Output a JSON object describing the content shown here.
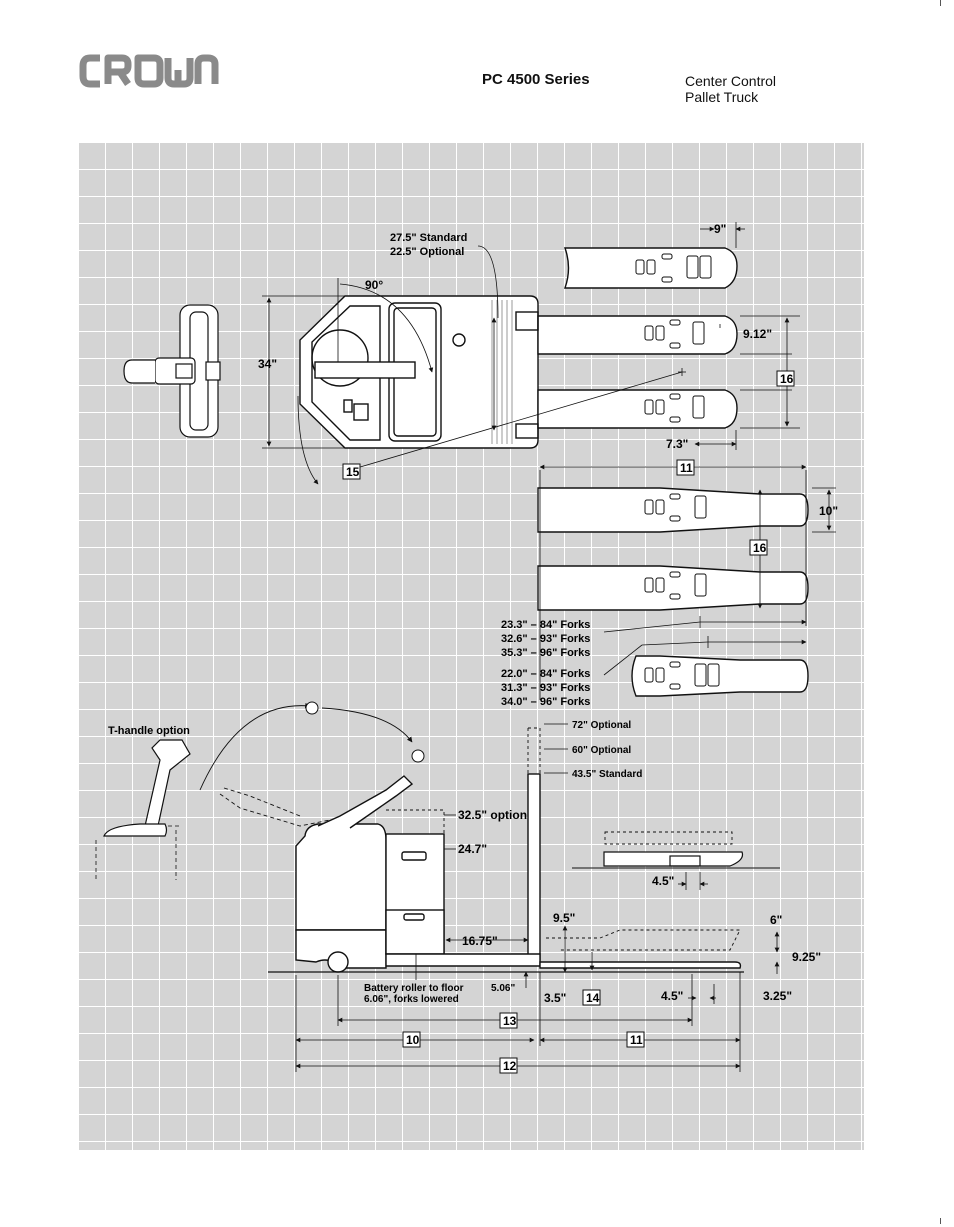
{
  "header": {
    "series": "PC 4500 Series",
    "subtitle_line1": "Center Control",
    "subtitle_line2": "Pallet Truck"
  },
  "top_view": {
    "steer_angle": "90°",
    "width": "34\"",
    "overhead_std": "27.5\" Standard",
    "overhead_opt": "22.5\" Optional",
    "callout_15": "15",
    "fork_tip": "9\"",
    "fork_width": "9.12\"",
    "fork_gap": "7.3\"",
    "callout_16": "16",
    "callout_11": "11"
  },
  "fork_view": {
    "fork_width": "10\"",
    "callout_16": "16",
    "group1_line1": "23.3\" – 84\" Forks",
    "group1_line2": "32.6\" – 93\" Forks",
    "group1_line3": "35.3\" – 96\" Forks",
    "group2_line1": "22.0\" – 84\" Forks",
    "group2_line2": "31.3\" – 93\" Forks",
    "group2_line3": "34.0\" – 96\" Forks"
  },
  "side_view": {
    "t_handle": "T-handle option",
    "bk_72": "72\" Optional",
    "bk_60": "60\" Optional",
    "bk_43": "43.5\" Standard",
    "h_325": "32.5\" option",
    "h_247": "24.7\"",
    "d_1675": "16.75\"",
    "d_95": "9.5\"",
    "d_6": "6\"",
    "d_925": "9.25\"",
    "d_45_top": "4.5\"",
    "d_45_bot": "4.5\"",
    "d_35": "3.5\"",
    "d_325": "3.25\"",
    "d_506": "5.06\"",
    "battery_note1": "Battery roller to floor",
    "battery_note2": "6.06\", forks lowered",
    "c14": "14",
    "c13": "13",
    "c10": "10",
    "c11": "11",
    "c12": "12"
  }
}
